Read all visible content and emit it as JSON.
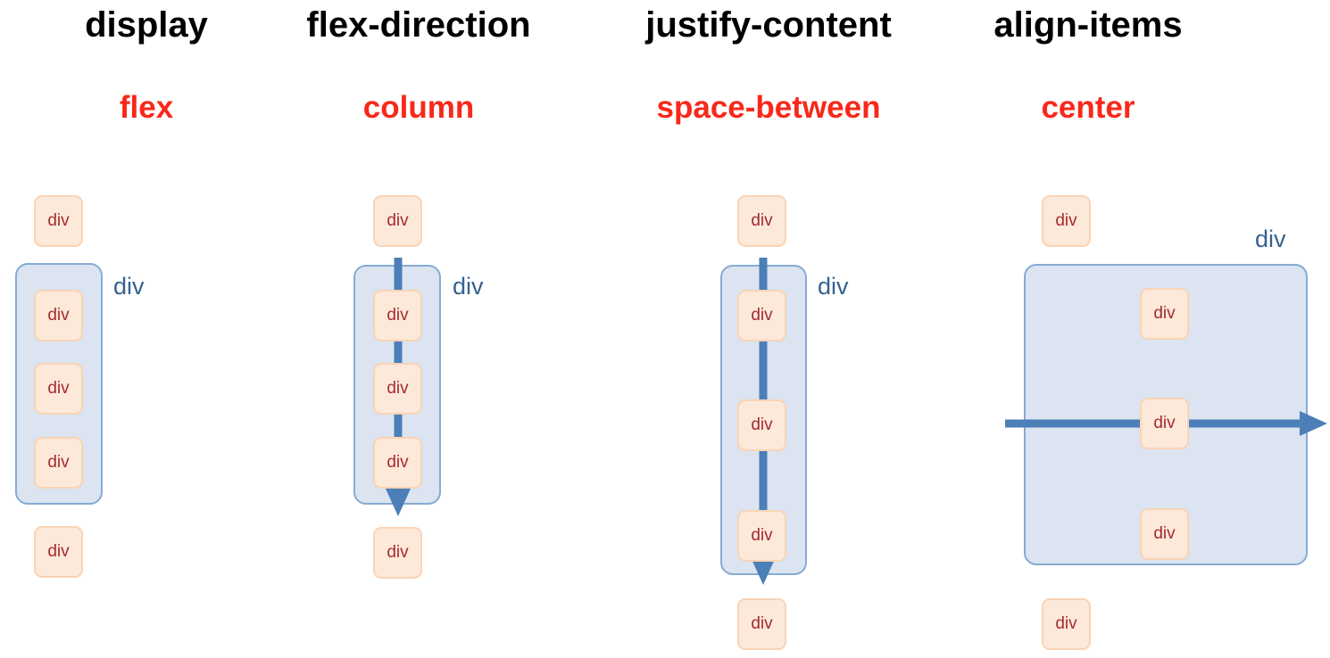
{
  "diagram": {
    "title_row": [
      {
        "property": "display",
        "value": "flex"
      },
      {
        "property": "flex-direction",
        "value": "column"
      },
      {
        "property": "justify-content",
        "value": "space-between"
      },
      {
        "property": "align-items",
        "value": "center"
      }
    ],
    "box_label": "div",
    "container_label": "div",
    "colors": {
      "property_text": "#000000",
      "value_text": "#f8281a",
      "box_fill": "#fde9da",
      "box_border": "#fad3b4",
      "box_text": "#a52b30",
      "container_fill": "#dbe4f0",
      "container_border": "#86abd5",
      "container_label_text": "#36628f",
      "arrow": "#4c7eb8",
      "background": "#ffffff"
    },
    "columns": [
      {
        "name": "display-flex",
        "property": "display",
        "value": "flex",
        "outside_boxes_above": 1,
        "inside_boxes": 3,
        "outside_boxes_below": 1,
        "arrow": "none"
      },
      {
        "name": "flex-direction-column",
        "property": "flex-direction",
        "value": "column",
        "outside_boxes_above": 1,
        "inside_boxes": 3,
        "outside_boxes_below": 1,
        "arrow": "vertical-down"
      },
      {
        "name": "justify-content-space-between",
        "property": "justify-content",
        "value": "space-between",
        "outside_boxes_above": 1,
        "inside_boxes": 3,
        "outside_boxes_below": 1,
        "arrow": "vertical-down"
      },
      {
        "name": "align-items-center",
        "property": "align-items",
        "value": "center",
        "outside_boxes_above": 1,
        "inside_boxes": 3,
        "outside_boxes_below": 1,
        "arrow": "horizontal-right"
      }
    ]
  }
}
